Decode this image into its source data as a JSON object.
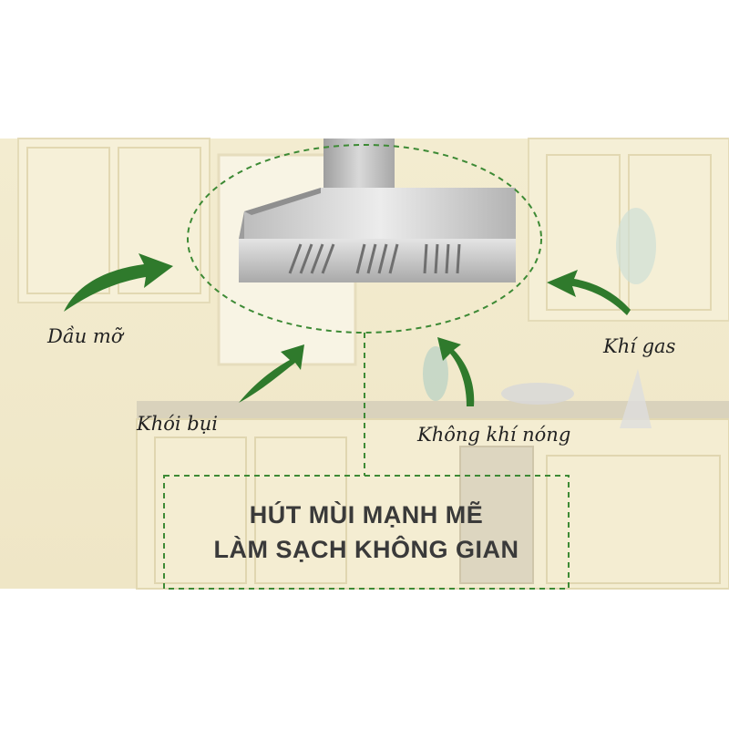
{
  "labels": {
    "oil": "Dầu mỡ",
    "smoke": "Khói bụi",
    "hot_air": "Không khí nóng",
    "gas": "Khí gas"
  },
  "headline": {
    "line1": "HÚT MÙI MẠNH MẼ",
    "line2": "LÀM SẠCH KHÔNG GIAN"
  },
  "colors": {
    "accent_green": "#2f7a2c",
    "dash_green": "#3d8a35",
    "background_cream": "#f4eed4",
    "steel": "#c9c9c9"
  },
  "icons": [
    "curved-arrow-icon"
  ]
}
